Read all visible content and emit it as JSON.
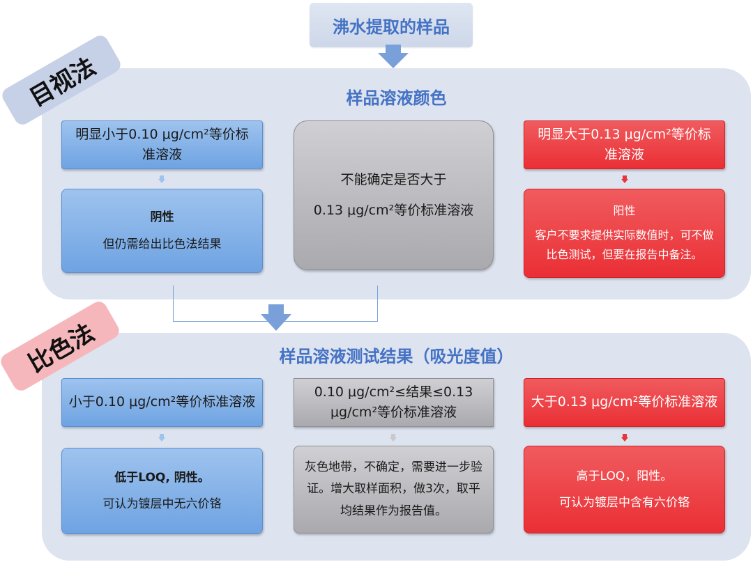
{
  "top": {
    "label": "沸水提取的样品"
  },
  "sections": {
    "visual": {
      "tag": "目视法",
      "title": "样品溶液颜色",
      "left_condition": "明显小于0.10 μg/cm²等价标准溶液",
      "left_result_title": "阴性",
      "left_result_note": "但仍需给出比色法结果",
      "middle_line1": "不能确定是否大于",
      "middle_line2": "0.13 μg/cm²等价标准溶液",
      "right_condition": "明显大于0.13 μg/cm²等价标准溶液",
      "right_result_title": "阳性",
      "right_result_note": "客户不要求提供实际数值时，可不做比色测试，但要在报告中备注。"
    },
    "colorimetric": {
      "tag": "比色法",
      "title": "样品溶液测试结果（吸光度值）",
      "left_condition": "小于0.10 μg/cm²等价标准溶液",
      "left_result_title": "低于LOQ, 阴性。",
      "left_result_note": "可认为镀层中无六价铬",
      "middle_condition": "0.10 μg/cm²≤结果≤0.13 μg/cm²等价标准溶液",
      "middle_result": "灰色地带，不确定，需要进一步验证。增大取样面积，做3次，取平均结果作为报告值。",
      "right_condition": "大于0.13 μg/cm²等价标准溶液",
      "right_result_title": "高于LOQ，阳性。",
      "right_result_note": "可认为镀层中含有六价铬"
    }
  },
  "colors": {
    "title_blue": "#4472c4",
    "panel_bg": "#dde3ef",
    "box_blue": "#6ea3e2",
    "box_red": "#ea2f35",
    "box_gray": "#a9a9ae",
    "tag_blue": "#c6d0e6",
    "tag_pink": "#f5b7bb"
  }
}
